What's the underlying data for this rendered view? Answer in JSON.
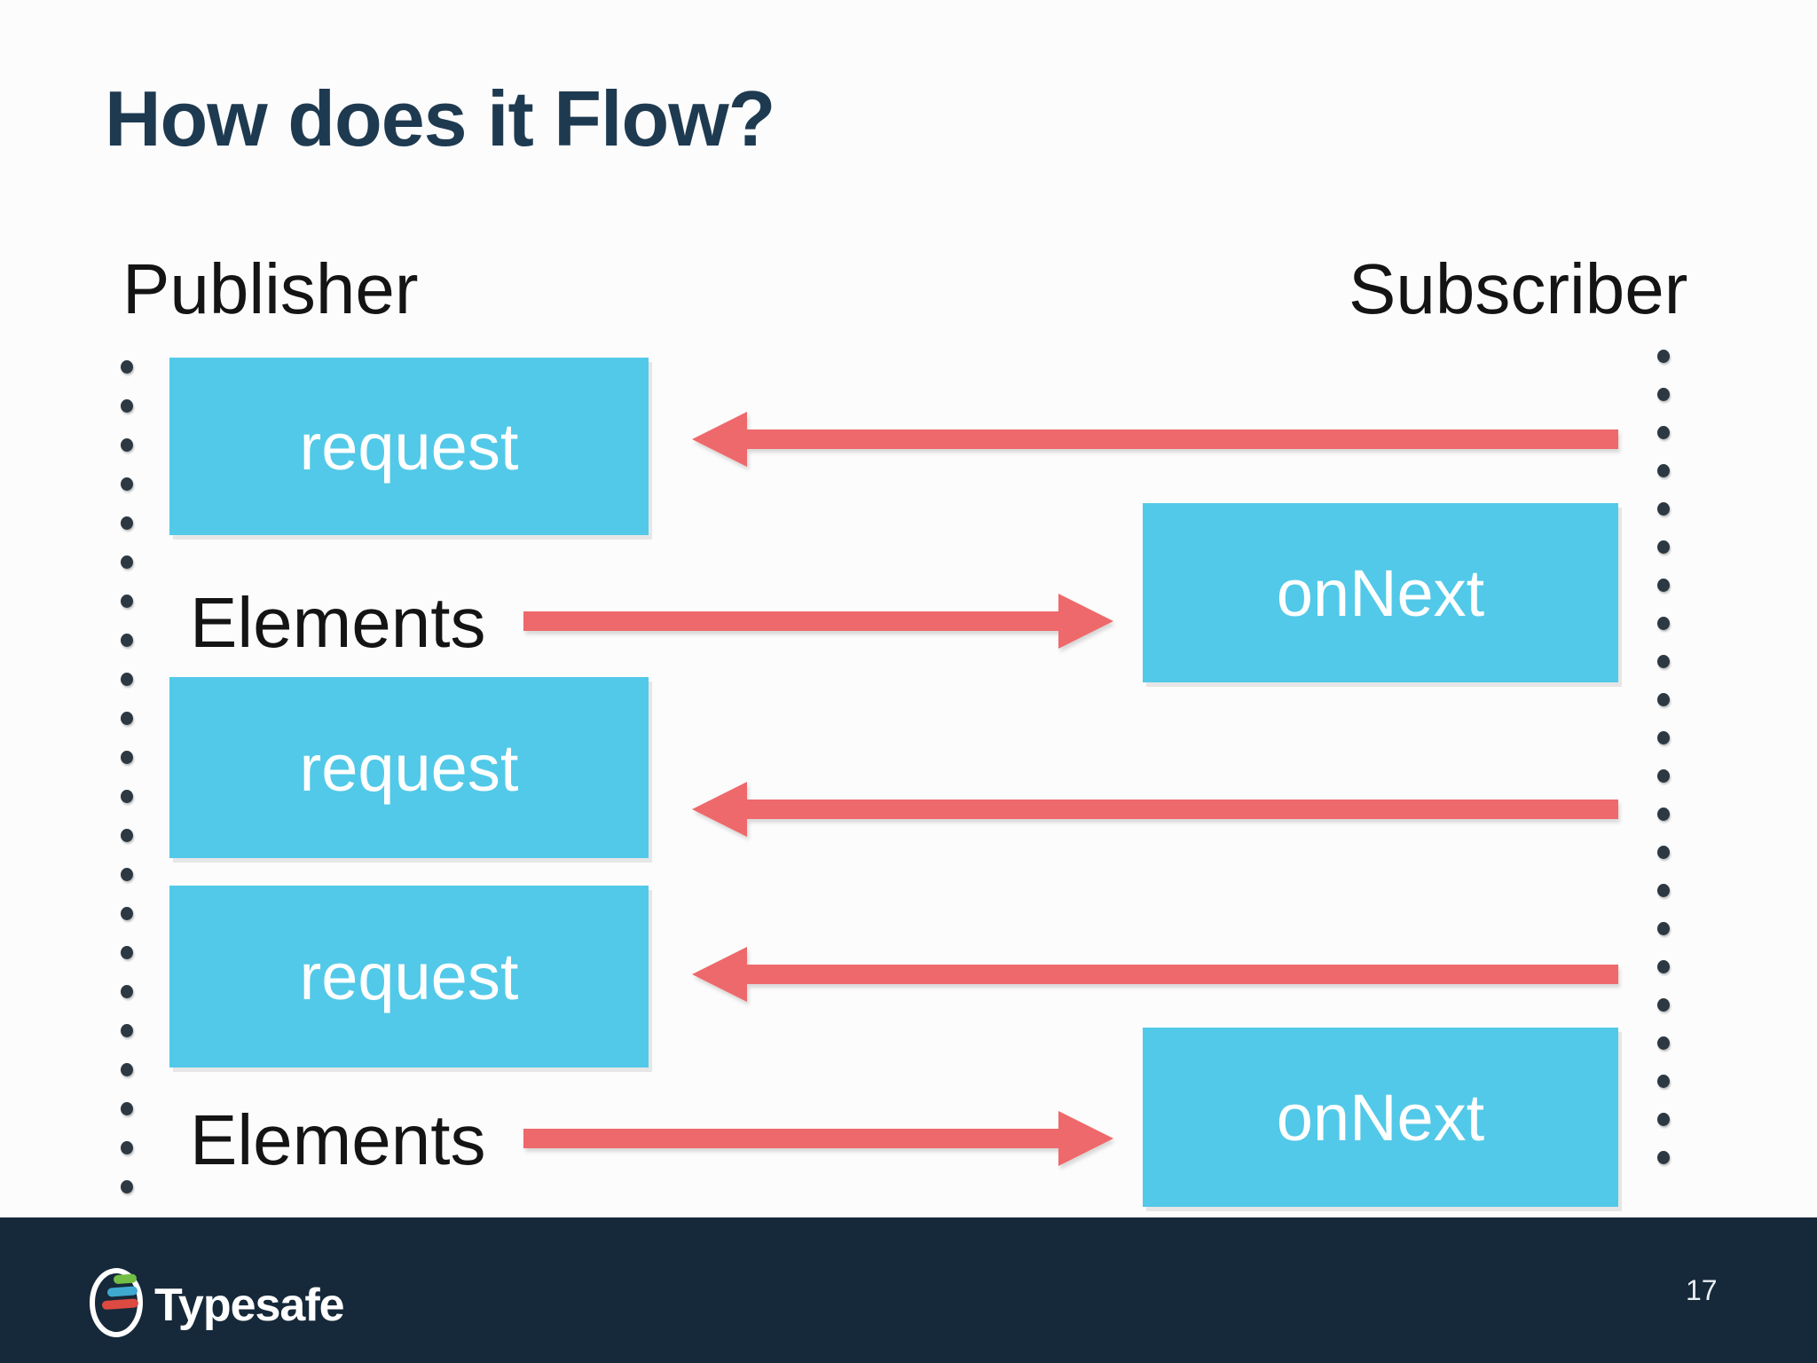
{
  "colors": {
    "background": "#fcfcfc",
    "title_navy": "#1e3a50",
    "accent_cyan": "#52c9e8",
    "accent_coral": "#ee696b",
    "footer_navy": "#16293a",
    "dot_color": "#2c3943",
    "box_text": "#ffffff",
    "logo_green": "#72be44",
    "logo_blue": "#3fa9d0",
    "logo_red": "#dd4a41"
  },
  "title": "How does it Flow?",
  "diagram": {
    "publisher_label": "Publisher",
    "subscriber_label": "Subscriber",
    "boxes": {
      "request1": "request",
      "onnext1": "onNext",
      "request2": "request",
      "request3": "request",
      "onnext2": "onNext"
    },
    "element_labels": {
      "first": "Elements",
      "second": "Elements"
    },
    "arrows": [
      {
        "name": "request-arrow-1",
        "direction": "left",
        "from": "subscriber-timeline",
        "to": "request1"
      },
      {
        "name": "elements-arrow-1",
        "direction": "right",
        "from": "elements-label-1",
        "to": "onnext1"
      },
      {
        "name": "request-arrow-2",
        "direction": "left",
        "from": "subscriber-timeline",
        "to": "request2"
      },
      {
        "name": "request-arrow-3",
        "direction": "left",
        "from": "subscriber-timeline",
        "to": "request3"
      },
      {
        "name": "elements-arrow-2",
        "direction": "right",
        "from": "elements-label-2",
        "to": "onnext2"
      }
    ]
  },
  "footer": {
    "brand": "Typesafe",
    "page_number": "17"
  }
}
